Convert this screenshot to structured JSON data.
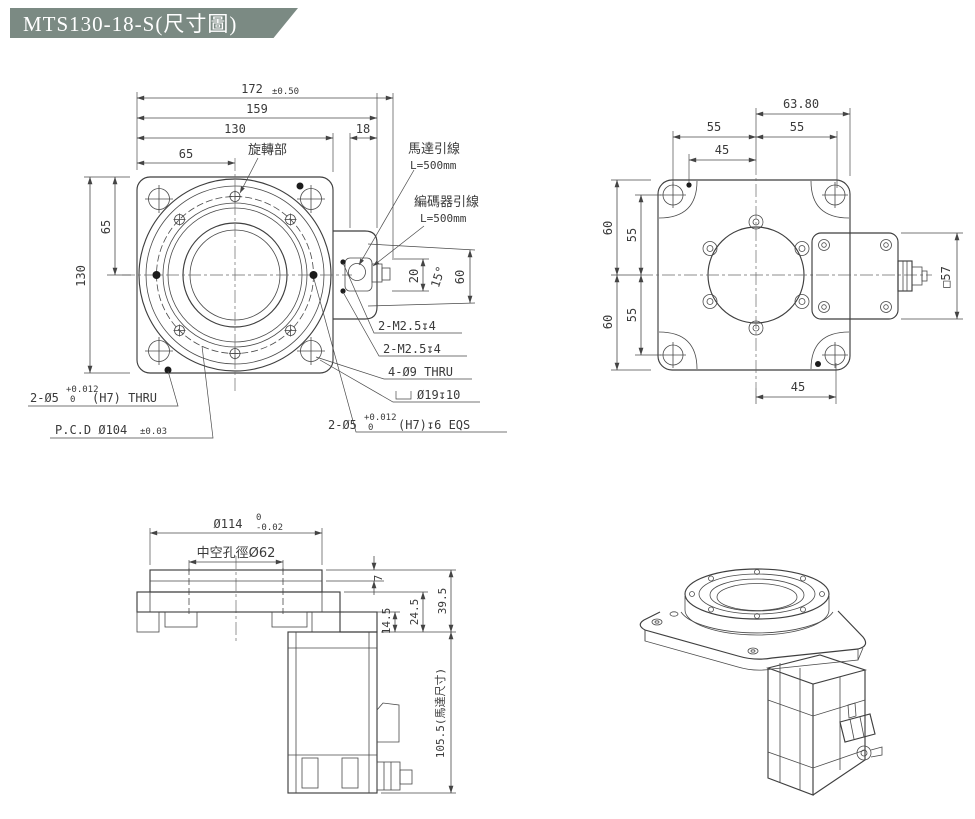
{
  "title": "MTS130-18-S(尺寸圖)",
  "front_view": {
    "dims": {
      "total_width": "172",
      "total_width_tol": "±0.50",
      "width_159": "159",
      "width_130": "130",
      "width_18": "18",
      "width_65": "65",
      "height_130": "130",
      "height_65": "65",
      "lead_20": "20",
      "angle": "15°",
      "lead_60": "60"
    },
    "labels": {
      "rotating_part": "旋轉部",
      "motor_lead": "馬達引線",
      "motor_lead_length": "L=500mm",
      "encoder_lead": "編碼器引線",
      "encoder_lead_length": "L=500mm"
    },
    "callouts": {
      "tap_a": "2-M2.5↧4",
      "tap_b": "2-M2.5↧4",
      "thru_holes": "4-Ø9 THRU",
      "counterbore": "Ø19↧10",
      "pin_eqs": "2-Ø5",
      "pin_eqs_tol_upper": "+0.012",
      "pin_eqs_tol_lower": "0",
      "pin_eqs_suffix": "(H7)↧6 EQS",
      "pin_thru": "2-Ø5",
      "pin_thru_tol_upper": "+0.012",
      "pin_thru_tol_lower": "0",
      "pin_thru_suffix": "(H7) THRU",
      "pcd": "P.C.D Ø104",
      "pcd_tol": "±0.03"
    }
  },
  "bottom_view": {
    "dims": {
      "width_6380": "63.80",
      "left_55": "55",
      "right_55": "55",
      "top_45": "45",
      "upper_60": "60",
      "upper_55": "55",
      "lower_60": "60",
      "lower_55": "55",
      "bottom_45": "45",
      "motor_square": "□57"
    }
  },
  "side_view": {
    "dims": {
      "flange_dia": "Ø114",
      "flange_dia_tol_upper": "0",
      "flange_dia_tol_lower": "-0.02",
      "hollow_bore": "中空孔徑Ø62",
      "step_7": "7",
      "height_145": "14.5",
      "height_245": "24.5",
      "height_395": "39.5",
      "motor_height": "105.5(馬達尺寸)"
    }
  }
}
